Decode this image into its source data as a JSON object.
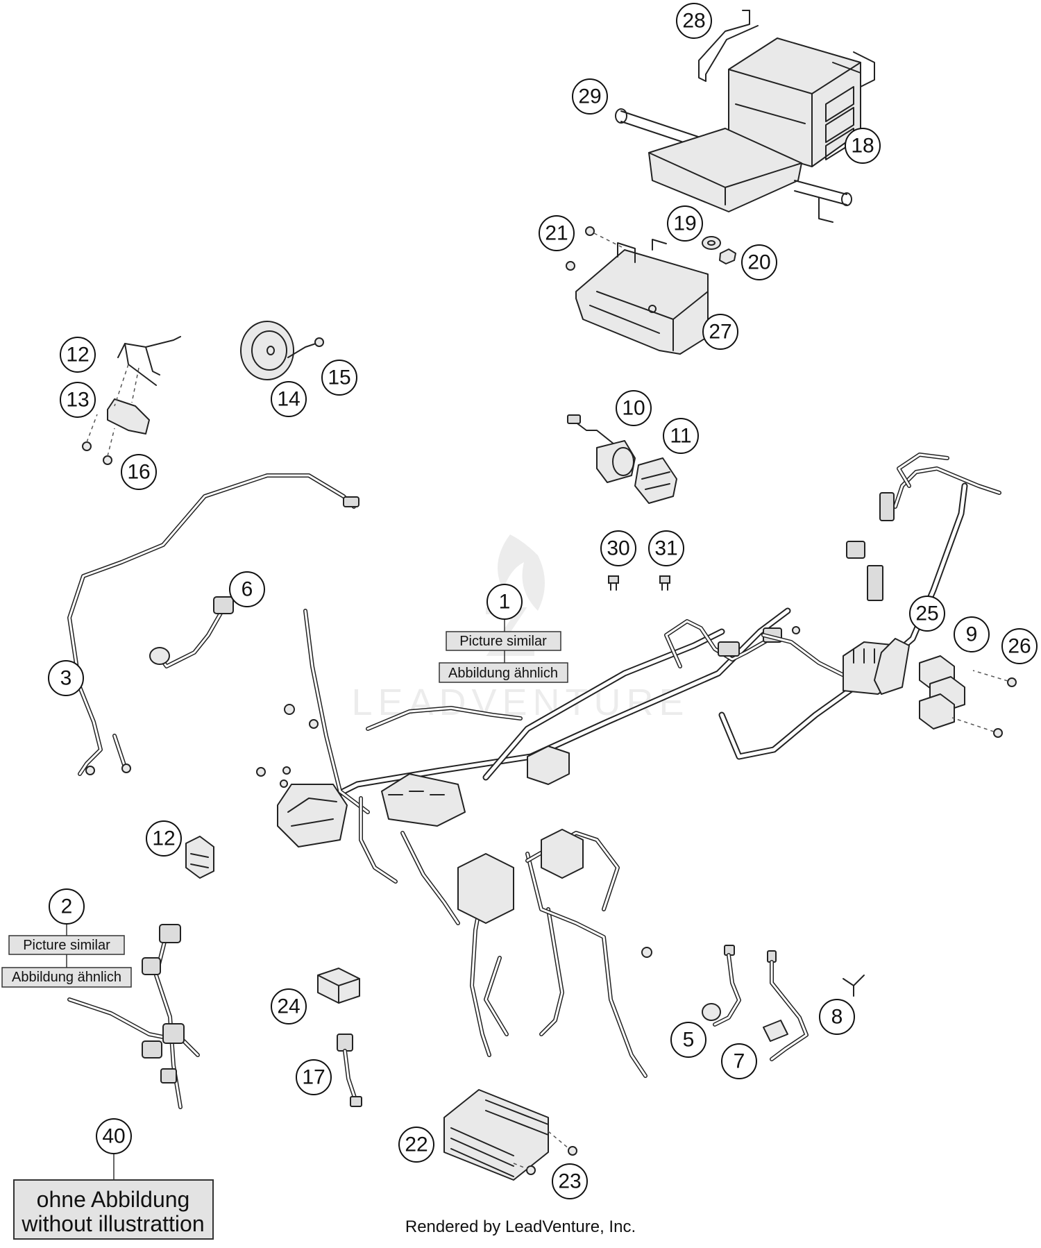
{
  "callouts": [
    {
      "id": "1"
    },
    {
      "id": "2"
    },
    {
      "id": "3"
    },
    {
      "id": "5"
    },
    {
      "id": "6"
    },
    {
      "id": "7"
    },
    {
      "id": "8"
    },
    {
      "id": "9"
    },
    {
      "id": "10"
    },
    {
      "id": "11"
    },
    {
      "id": "12"
    },
    {
      "id": "12"
    },
    {
      "id": "13"
    },
    {
      "id": "14"
    },
    {
      "id": "15"
    },
    {
      "id": "16"
    },
    {
      "id": "17"
    },
    {
      "id": "18"
    },
    {
      "id": "19"
    },
    {
      "id": "20"
    },
    {
      "id": "21"
    },
    {
      "id": "22"
    },
    {
      "id": "23"
    },
    {
      "id": "24"
    },
    {
      "id": "25"
    },
    {
      "id": "26"
    },
    {
      "id": "27"
    },
    {
      "id": "28"
    },
    {
      "id": "29"
    },
    {
      "id": "30"
    },
    {
      "id": "31"
    },
    {
      "id": "40"
    }
  ],
  "notes": {
    "main_harness": {
      "picture_similar": "Picture similar",
      "abbildung": "Abbildung ähnlich"
    },
    "harness_2": {
      "picture_similar": "Picture similar",
      "abbildung": "Abbildung ähnlich"
    },
    "without_illustration": {
      "line1": "ohne Abbildung",
      "line2": "without illustrattion"
    }
  },
  "watermark": "LEADVENTURE",
  "footer": "Rendered by LeadVenture, Inc."
}
